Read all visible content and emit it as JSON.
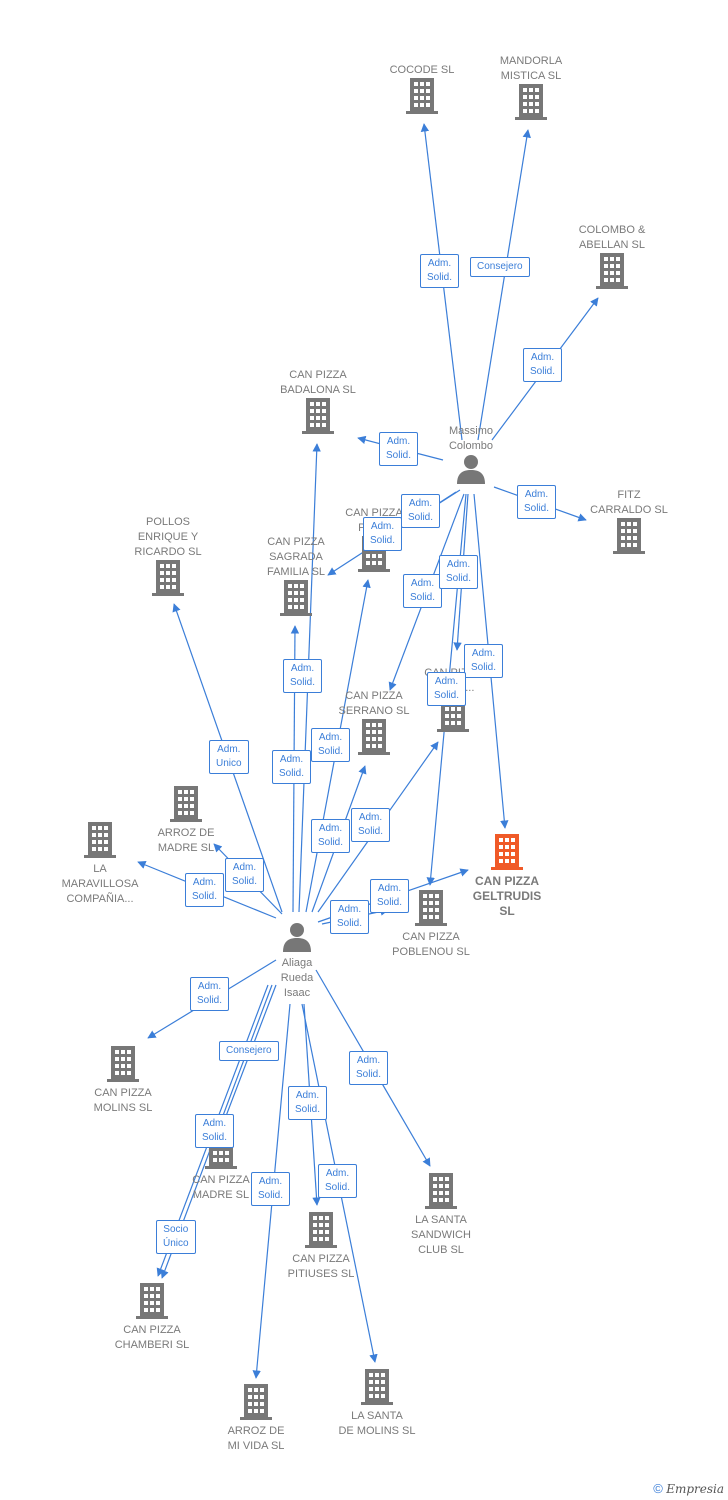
{
  "colors": {
    "edge": "#3b7ed8",
    "building": "#777777",
    "focus_building": "#f05a28",
    "person": "#777777"
  },
  "nodes": [
    {
      "id": "cocode",
      "type": "company",
      "label": "COCODE SL"
    },
    {
      "id": "mandorla",
      "type": "company",
      "label": "MANDORLA\nMISTICA  SL"
    },
    {
      "id": "colombo_abellan",
      "type": "company",
      "label": "COLOMBO &\nABELLAN  SL"
    },
    {
      "id": "badalona",
      "type": "company",
      "label": "CAN PIZZA\nBADALONA  SL"
    },
    {
      "id": "massimo",
      "type": "person",
      "label": "Massimo\nColombo"
    },
    {
      "id": "fitz",
      "type": "company",
      "label": "FITZ\nCARRALDO  SL"
    },
    {
      "id": "pra",
      "type": "company",
      "label": "CAN PIZZA\nPRA..."
    },
    {
      "id": "pollos",
      "type": "company",
      "label": "POLLOS\nENRIQUE Y\nRICARDO  SL"
    },
    {
      "id": "sagrada",
      "type": "company",
      "label": "CAN PIZZA\nSAGRADA\nFAMILIA  SL"
    },
    {
      "id": "universal",
      "type": "company",
      "label": "CAN PIZZA\nUNIVE..."
    },
    {
      "id": "serrano",
      "type": "company",
      "label": "CAN PIZZA\nSERRANO  SL"
    },
    {
      "id": "arroz_madre",
      "type": "company",
      "label": "ARROZ DE\nMADRE  SL"
    },
    {
      "id": "maravillosa",
      "type": "company",
      "label": "LA\nMARAVILLOSA\nCOMPAÑIA..."
    },
    {
      "id": "geltrudis",
      "type": "focus",
      "label": "CAN PIZZA\nGELTRUDIS\nSL"
    },
    {
      "id": "poblenou",
      "type": "company",
      "label": "CAN PIZZA\nPOBLENOU  SL"
    },
    {
      "id": "aliaga",
      "type": "person",
      "label": "Aliaga\nRueda\nIsaac"
    },
    {
      "id": "molins",
      "type": "company",
      "label": "CAN PIZZA\nMOLINS  SL"
    },
    {
      "id": "pizza_madre",
      "type": "company",
      "label": "CAN PIZZA\nMADRE  SL"
    },
    {
      "id": "sandwich",
      "type": "company",
      "label": "LA SANTA\nSANDWICH\nCLUB  SL"
    },
    {
      "id": "pitiuses",
      "type": "company",
      "label": "CAN PIZZA\nPITIUSES  SL"
    },
    {
      "id": "chamberi",
      "type": "company",
      "label": "CAN PIZZA\nCHAMBERI  SL"
    },
    {
      "id": "arroz_vida",
      "type": "company",
      "label": "ARROZ DE\nMI VIDA  SL"
    },
    {
      "id": "santa_molins",
      "type": "company",
      "label": "LA SANTA\nDE MOLINS  SL"
    }
  ],
  "edges": [
    {
      "from": "massimo",
      "to": "cocode",
      "label": "Adm.\nSolid."
    },
    {
      "from": "massimo",
      "to": "mandorla",
      "label": "Consejero"
    },
    {
      "from": "massimo",
      "to": "colombo_abellan",
      "label": "Adm.\nSolid."
    },
    {
      "from": "massimo",
      "to": "badalona",
      "label": "Adm.\nSolid."
    },
    {
      "from": "massimo",
      "to": "fitz",
      "label": "Adm.\nSolid."
    },
    {
      "from": "massimo",
      "to": "pra",
      "label": "Adm.\nSolid."
    },
    {
      "from": "massimo",
      "to": "sagrada",
      "label": "Adm.\nSolid."
    },
    {
      "from": "massimo",
      "to": "serrano",
      "label": "Adm.\nSolid."
    },
    {
      "from": "massimo",
      "to": "universal",
      "label": "Adm.\nSolid."
    },
    {
      "from": "massimo",
      "to": "geltrudis",
      "label": "Adm.\nSolid."
    },
    {
      "from": "massimo",
      "to": "poblenou",
      "label": "Adm.\nSolid."
    },
    {
      "from": "aliaga",
      "to": "pollos",
      "label": "Adm.\nUnico"
    },
    {
      "from": "aliaga",
      "to": "badalona",
      "label": "Adm.\nSolid."
    },
    {
      "from": "aliaga",
      "to": "sagrada",
      "label": "Adm.\nSolid."
    },
    {
      "from": "aliaga",
      "to": "pra",
      "label": "Adm.\nSolid."
    },
    {
      "from": "aliaga",
      "to": "serrano",
      "label": "Adm.\nSolid."
    },
    {
      "from": "aliaga",
      "to": "universal",
      "label": "Adm.\nSolid."
    },
    {
      "from": "aliaga",
      "to": "arroz_madre",
      "label": "Adm.\nSolid."
    },
    {
      "from": "aliaga",
      "to": "maravillosa",
      "label": "Adm.\nSolid."
    },
    {
      "from": "aliaga",
      "to": "geltrudis",
      "label": "Adm.\nSolid."
    },
    {
      "from": "aliaga",
      "to": "poblenou",
      "label": "Adm.\nSolid."
    },
    {
      "from": "aliaga",
      "to": "molins",
      "label": "Adm.\nSolid."
    },
    {
      "from": "aliaga",
      "to": "pizza_madre",
      "label": "Consejero"
    },
    {
      "from": "aliaga",
      "to": "chamberi",
      "label": "Adm.\nSolid."
    },
    {
      "from": "aliaga",
      "to": "chamberi",
      "label": "Socio\nÚnico"
    },
    {
      "from": "aliaga",
      "to": "pitiuses",
      "label": "Adm.\nSolid."
    },
    {
      "from": "aliaga",
      "to": "sandwich",
      "label": "Adm.\nSolid."
    },
    {
      "from": "aliaga",
      "to": "arroz_vida",
      "label": "Adm.\nSolid."
    },
    {
      "from": "aliaga",
      "to": "santa_molins",
      "label": "Adm.\nSolid."
    }
  ],
  "watermark": {
    "symbol": "©",
    "brand": "Empresia"
  }
}
